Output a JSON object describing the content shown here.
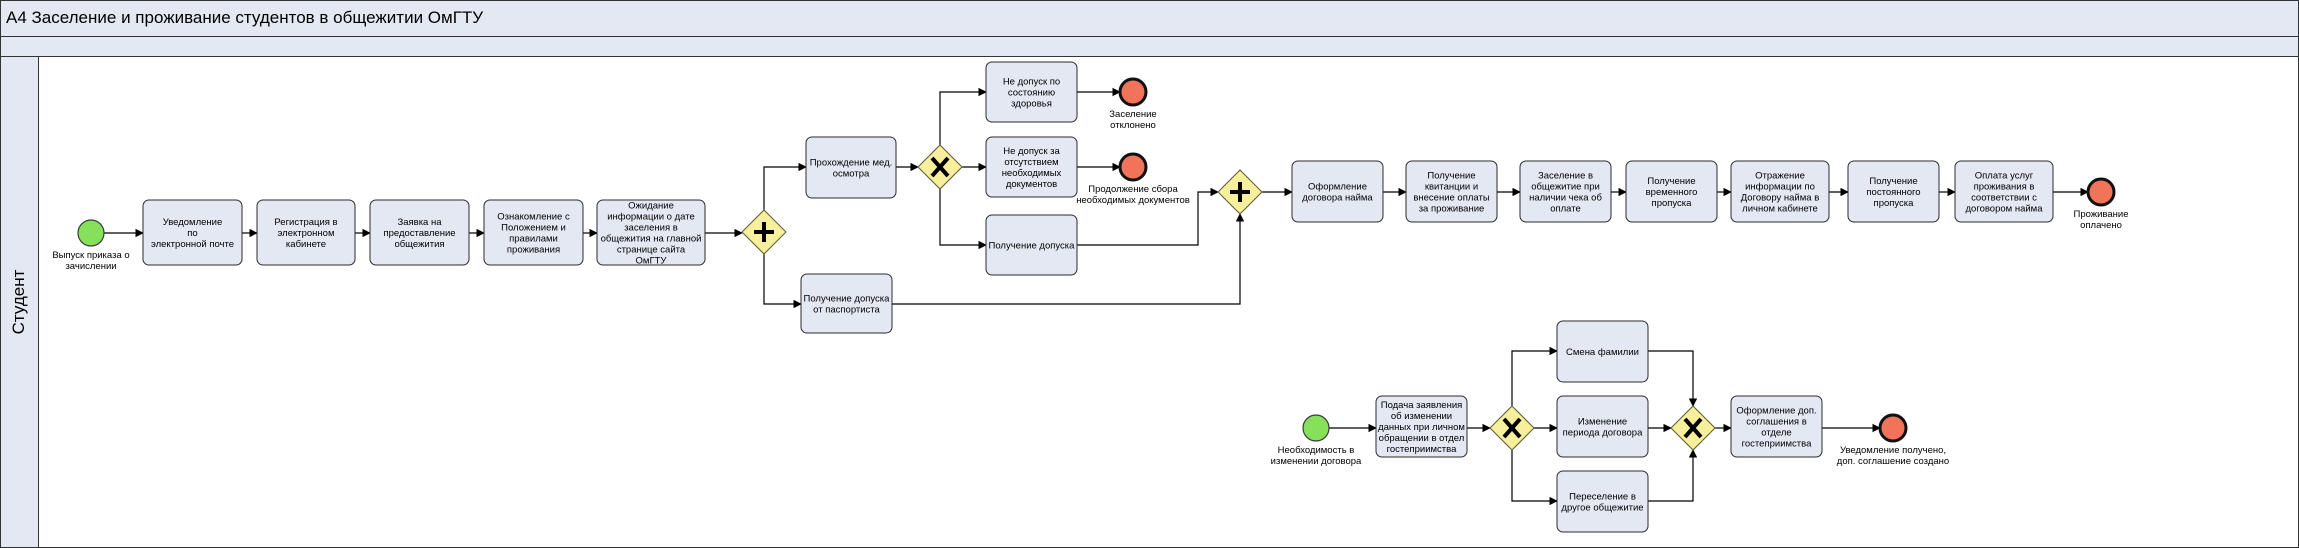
{
  "title": "А4 Заселение и проживание студентов в общежитии ОмГТУ",
  "lane": {
    "label": "Студент"
  },
  "tasks": [
    {
      "id": "t1",
      "lines": [
        "Уведомление",
        "по",
        "электронной почте"
      ]
    },
    {
      "id": "t2",
      "lines": [
        "Регистрация в",
        "электронном",
        "кабинете"
      ]
    },
    {
      "id": "t3",
      "lines": [
        "Заявка на",
        "предоставление",
        "общежития"
      ]
    },
    {
      "id": "t4",
      "lines": [
        "Ознакомление с",
        "Положением и",
        "правилами",
        "проживания"
      ]
    },
    {
      "id": "t5",
      "lines": [
        "Ожидание",
        "информации о дате",
        "заселения в",
        "общежития на главной",
        "странице сайта",
        "ОмГТУ"
      ]
    },
    {
      "id": "t6",
      "lines": [
        "Прохождение мед.",
        "осмотра"
      ]
    },
    {
      "id": "t7",
      "lines": [
        "Получение допуска",
        "от паспортиста"
      ]
    },
    {
      "id": "t8",
      "lines": [
        "Не допуск по",
        "состоянию",
        "здоровья"
      ]
    },
    {
      "id": "t9",
      "lines": [
        "Не допуск за",
        "отсутствием",
        "необходимых",
        "документов"
      ]
    },
    {
      "id": "t10",
      "lines": [
        "Получение допуска"
      ]
    },
    {
      "id": "t11",
      "lines": [
        "Оформление",
        "договора найма"
      ]
    },
    {
      "id": "t12",
      "lines": [
        "Получение",
        "квитанции и",
        "внесение оплаты",
        "за проживание"
      ]
    },
    {
      "id": "t13",
      "lines": [
        "Заселение в",
        "общежитие при",
        "наличии чека об",
        "оплате"
      ]
    },
    {
      "id": "t14",
      "lines": [
        "Получение",
        "временного",
        "пропуска"
      ]
    },
    {
      "id": "t15",
      "lines": [
        "Отражение",
        "информации по",
        "Договору найма в",
        "личном кабинете"
      ]
    },
    {
      "id": "t16",
      "lines": [
        "Получение",
        "постоянного",
        "пропуска"
      ]
    },
    {
      "id": "t17",
      "lines": [
        "Оплата услуг",
        "проживания в",
        "соответствии с",
        "договором найма"
      ]
    },
    {
      "id": "t18",
      "lines": [
        "Подача заявления",
        "об изменении",
        "данных при личном",
        "обращении в отдел",
        "гостеприимства"
      ]
    },
    {
      "id": "t19",
      "lines": [
        "Смена фамилии"
      ]
    },
    {
      "id": "t20",
      "lines": [
        "Изменение",
        "периода договора"
      ]
    },
    {
      "id": "t21",
      "lines": [
        "Переселение в",
        "другое общежитие"
      ]
    },
    {
      "id": "t22",
      "lines": [
        "Оформление доп.",
        "соглашения в",
        "отделе",
        "гостеприимства"
      ]
    }
  ],
  "events": [
    {
      "id": "s1",
      "kind": "start",
      "lines": [
        "Выпуск приказа о",
        "зачислении"
      ]
    },
    {
      "id": "e1",
      "kind": "end",
      "lines": [
        "Заселение",
        "отклонено"
      ]
    },
    {
      "id": "e2",
      "kind": "end",
      "lines": [
        "Продолжение сбора",
        "необходимых документов"
      ]
    },
    {
      "id": "e3",
      "kind": "end",
      "lines": [
        "Проживание",
        "оплачено"
      ]
    },
    {
      "id": "s2",
      "kind": "start",
      "lines": [
        "Необходимость в",
        "изменении договора"
      ]
    },
    {
      "id": "e4",
      "kind": "end",
      "lines": [
        "Уведомление получено,",
        "доп. соглашение создано"
      ]
    }
  ],
  "gateways": [
    {
      "id": "g1",
      "type": "parallel"
    },
    {
      "id": "g2",
      "type": "exclusive"
    },
    {
      "id": "g3",
      "type": "parallel"
    },
    {
      "id": "g4",
      "type": "exclusive"
    },
    {
      "id": "g5",
      "type": "exclusive"
    }
  ],
  "colors": {
    "task_fill": "#e4e8f3",
    "gateway_fill": "#f7ef9b",
    "start_fill": "#86e05a",
    "end_fill": "#f0735a",
    "header_fill": "#e4e8f3"
  }
}
